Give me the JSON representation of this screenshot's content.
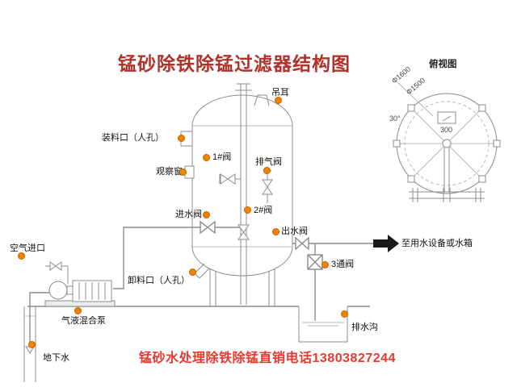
{
  "title": "锰砂除铁除锰过滤器结构图",
  "footer": "锰砂水处理除铁除锰直销电话13803827244",
  "top_view": {
    "label": "俯视图",
    "dim_outer": "Φ1600",
    "dim_inner": "Φ1500",
    "dim_width": "300",
    "dim_angle": "30°"
  },
  "labels": {
    "lifting_lug": "吊耳",
    "loading_port": "装料口（人孔）",
    "valve_1": "1#阀",
    "exhaust_valve": "排气阀",
    "observation_window": "观察窗",
    "inlet_valve": "进水阀",
    "valve_2": "2#阀",
    "outlet_valve": "出水阀",
    "air_inlet": "空气进口",
    "discharge_port": "卸料口（人孔）",
    "three_way_valve": "3通阀",
    "to_water_equipment": "至用水设备或水箱",
    "gas_liquid_pump": "气液混合泵",
    "groundwater": "地下水",
    "drain_ditch": "排水沟"
  },
  "colors": {
    "title": "#b03228",
    "footer": "#e8392f",
    "marker": "#f08300",
    "line": "#8c8c8c"
  }
}
